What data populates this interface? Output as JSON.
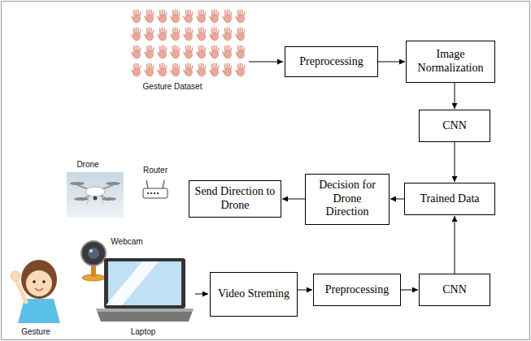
{
  "diagram": {
    "nodes": [
      {
        "text": [
          "Preprocessing"
        ]
      },
      {
        "text": [
          "Image Normalization"
        ]
      },
      {
        "text": [
          "CNN"
        ]
      },
      {
        "text": [
          "Send Direction to Drone"
        ]
      },
      {
        "text": [
          "Decision for Drone Direction"
        ]
      },
      {
        "text": [
          "Trained Data"
        ]
      },
      {
        "text": [
          "Video Streming"
        ]
      },
      {
        "text": [
          "Preprocessing"
        ]
      },
      {
        "text": [
          "CNN"
        ]
      }
    ],
    "edges": [
      {
        "from": 0,
        "to": 1,
        "arrow": "to"
      },
      {
        "from": 1,
        "to": 2,
        "arrow": "to"
      },
      {
        "from": 2,
        "to": 5,
        "arrow": "to"
      },
      {
        "from": 5,
        "to": 4,
        "arrow": "to"
      },
      {
        "from": 4,
        "to": 3,
        "arrow": "to"
      },
      {
        "from": 6,
        "to": 7,
        "arrow": "to"
      },
      {
        "from": 7,
        "to": 8,
        "arrow": "to"
      },
      {
        "from": 8,
        "to": 5,
        "arrow": "to"
      }
    ],
    "labels": [
      "Gesture Dataset",
      "Drone",
      "Router",
      "Webcam",
      "Gesture",
      "Laptop"
    ]
  }
}
